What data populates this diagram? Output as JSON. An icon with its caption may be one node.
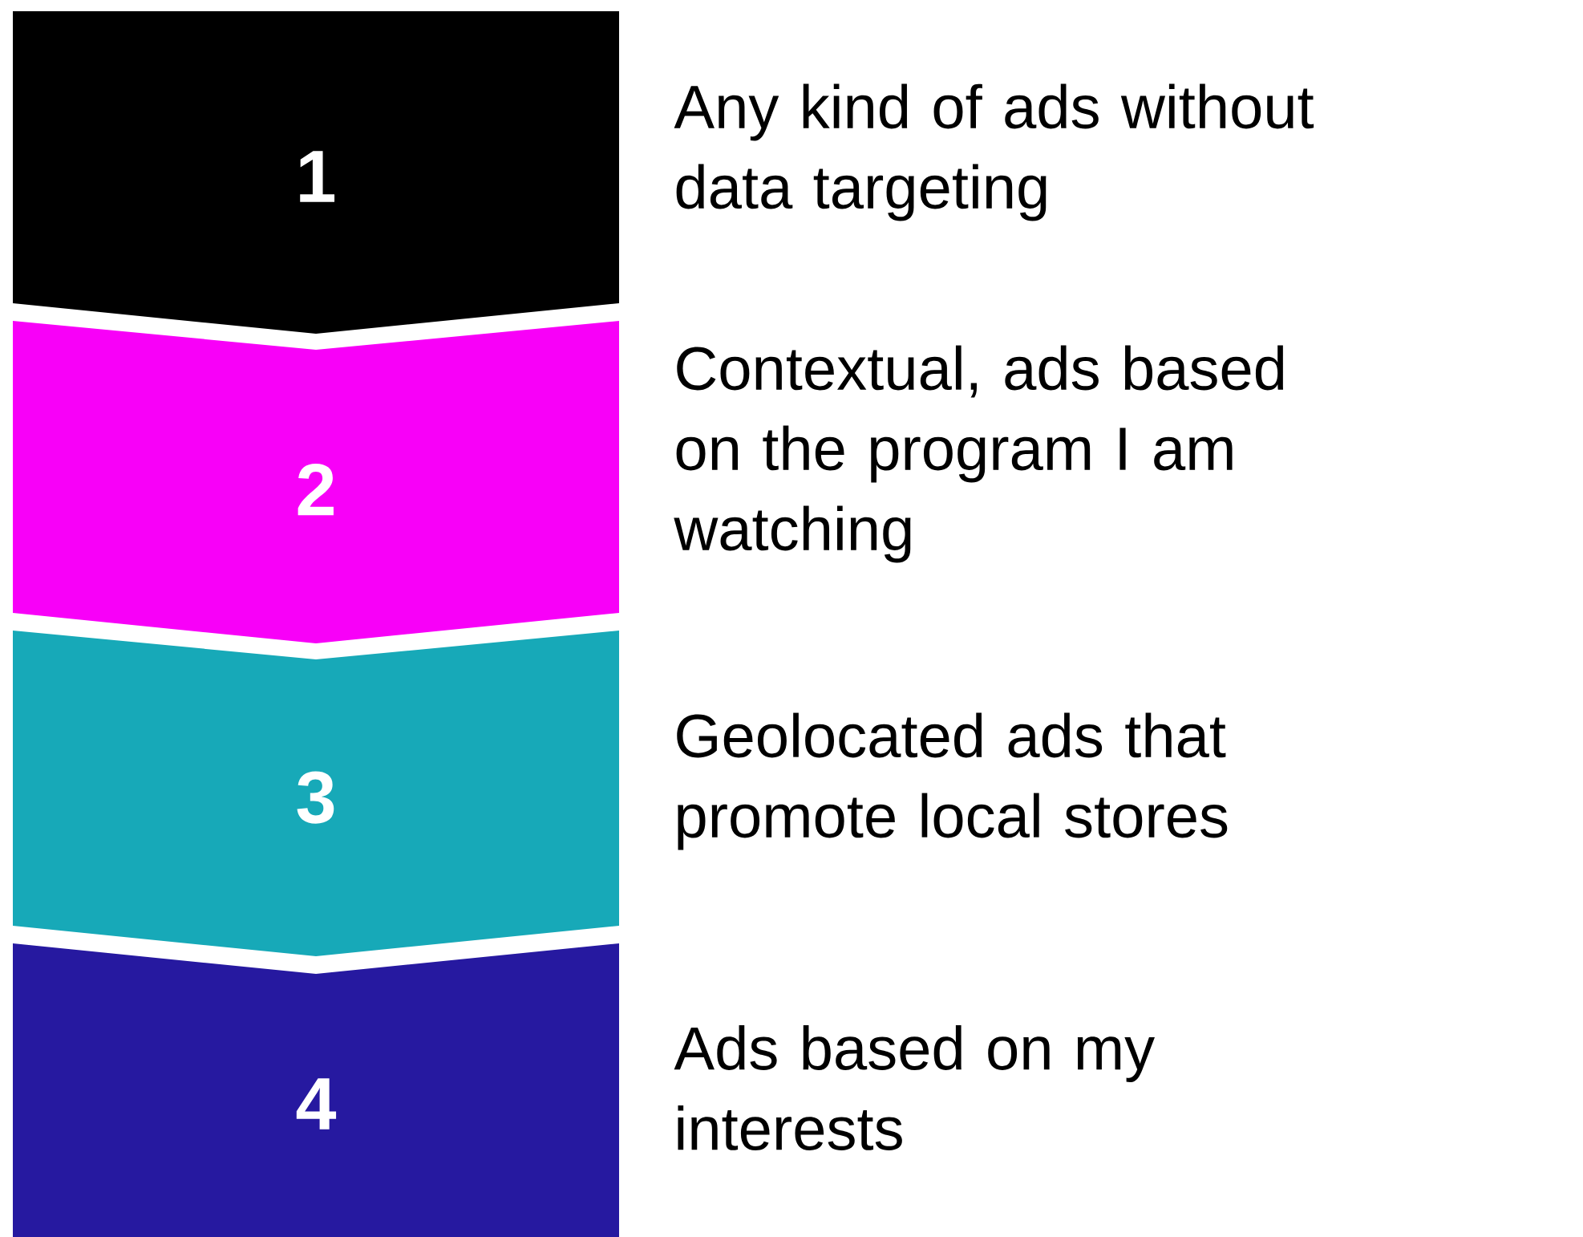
{
  "diagram": {
    "nodes": [
      {
        "text": [
          "1"
        ],
        "beside": [
          "Any kind of ads without data targeting"
        ]
      },
      {
        "text": [
          "2"
        ],
        "beside": [
          "Contextual, ads based on the program I am watching"
        ]
      },
      {
        "text": [
          "3"
        ],
        "beside": [
          "Geolocated ads that promote local stores"
        ]
      },
      {
        "text": [
          "4"
        ],
        "beside": [
          "Ads based on my interests"
        ]
      }
    ]
  }
}
